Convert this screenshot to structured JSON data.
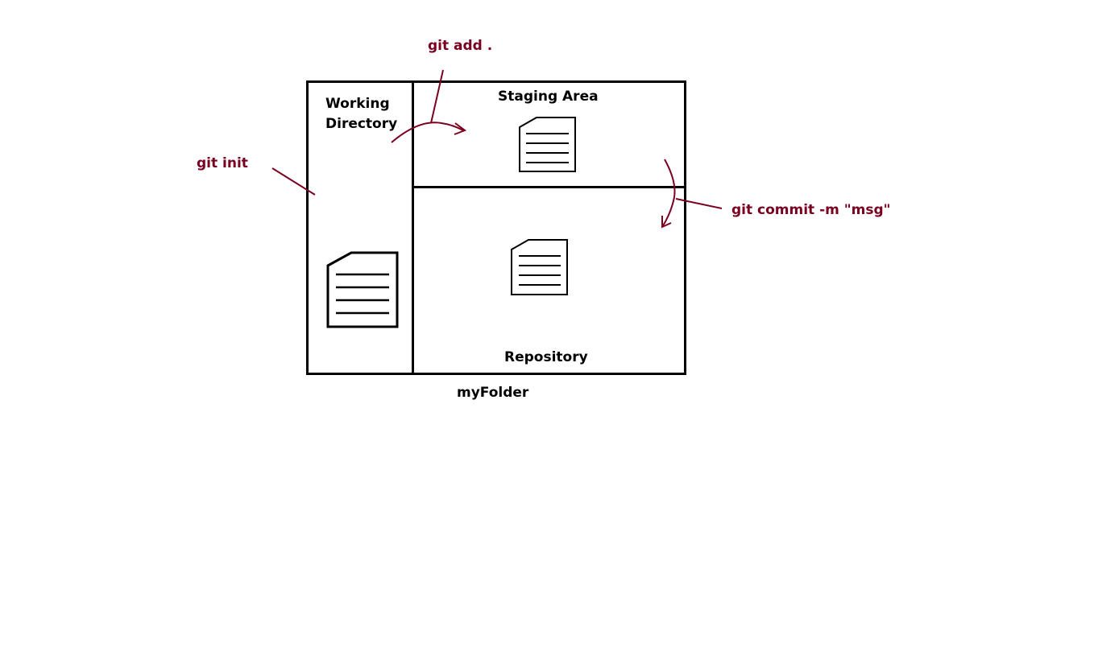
{
  "diagram": {
    "colors": {
      "box": "#000000",
      "annotation": "#7a0020",
      "background": "#ffffff"
    },
    "regions": {
      "working_directory": {
        "line1": "Working",
        "line2": "Directory"
      },
      "staging_area": "Staging Area",
      "repository": "Repository",
      "folder": "myFolder"
    },
    "commands": {
      "init": "git init",
      "add": "git add .",
      "commit": "git commit -m \"msg\""
    },
    "icons": [
      "document-icon",
      "document-icon",
      "document-icon"
    ]
  }
}
